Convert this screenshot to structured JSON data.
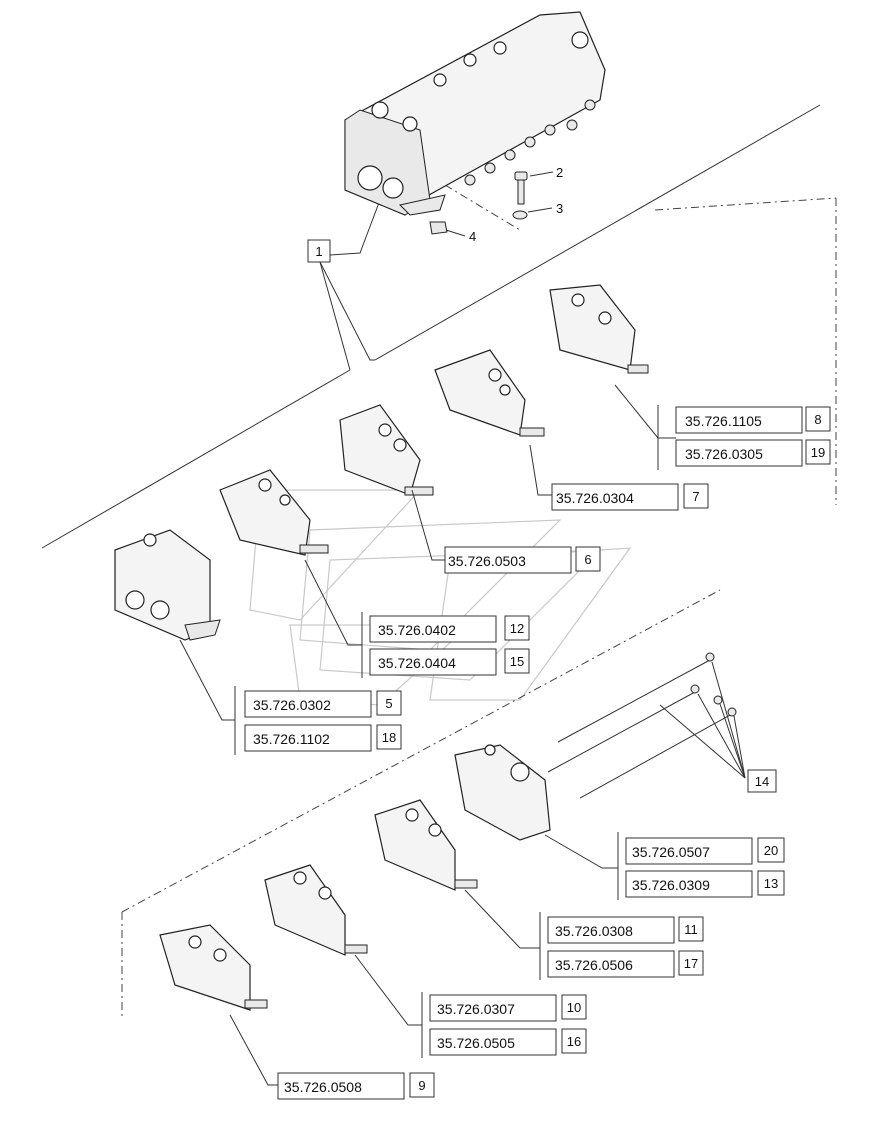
{
  "callouts": {
    "c1": "1",
    "c2": "2",
    "c3": "3",
    "c4": "4",
    "c14": "14"
  },
  "part_refs": [
    {
      "code": "35.726.1105",
      "item": "8"
    },
    {
      "code": "35.726.0305",
      "item": "19"
    },
    {
      "code": "35.726.0304",
      "item": "7"
    },
    {
      "code": "35.726.0503",
      "item": "6"
    },
    {
      "code": "35.726.0402",
      "item": "12"
    },
    {
      "code": "35.726.0404",
      "item": "15"
    },
    {
      "code": "35.726.0302",
      "item": "5"
    },
    {
      "code": "35.726.1102",
      "item": "18"
    },
    {
      "code": "35.726.0507",
      "item": "20"
    },
    {
      "code": "35.726.0309",
      "item": "13"
    },
    {
      "code": "35.726.0308",
      "item": "11"
    },
    {
      "code": "35.726.0506",
      "item": "17"
    },
    {
      "code": "35.726.0307",
      "item": "10"
    },
    {
      "code": "35.726.0505",
      "item": "16"
    },
    {
      "code": "35.726.0508",
      "item": "9"
    }
  ]
}
